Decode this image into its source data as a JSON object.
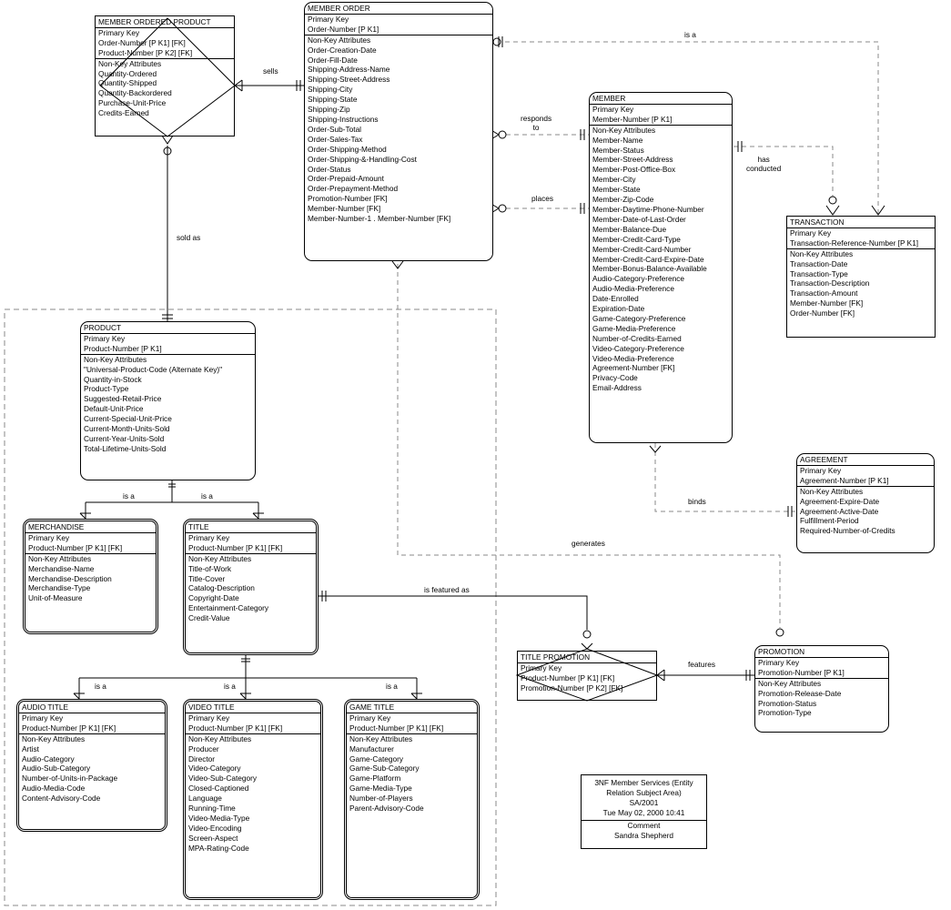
{
  "entities": {
    "member_ordered_product": {
      "name": "MEMBER ORDERED PRODUCT",
      "pk_label": "Primary Key",
      "pk": [
        "Order-Number  [P K1]  [FK]",
        "Product-Number  [P K2]  [FK]"
      ],
      "nk_label": "Non-Key Attributes",
      "attrs": [
        "Quantity-Ordered",
        "Quantity-Shipped",
        "Quantity-Backordered",
        "Purchase-Unit-Price",
        "Credits-Earned"
      ]
    },
    "member_order": {
      "name": "MEMBER ORDER",
      "pk_label": "Primary Key",
      "pk": [
        "Order-Number  [P K1]"
      ],
      "nk_label": "Non-Key Attributes",
      "attrs": [
        "Order-Creation-Date",
        "Order-Fill-Date",
        "Shipping-Address-Name",
        "Shipping-Street-Address",
        "Shipping-City",
        "Shipping-State",
        "Shipping-Zip",
        "Shipping-Instructions",
        "Order-Sub-Total",
        "Order-Sales-Tax",
        "Order-Shipping-Method",
        "Order-Shipping-&-Handling-Cost",
        "Order-Status",
        "Order-Prepaid-Amount",
        "Order-Prepayment-Method",
        "Promotion-Number  [FK]",
        "Member-Number  [FK]",
        "Member-Number-1 . Member-Number  [FK]"
      ]
    },
    "member": {
      "name": "MEMBER",
      "pk_label": "Primary Key",
      "pk": [
        "Member-Number  [P K1]"
      ],
      "nk_label": "Non-Key Attributes",
      "attrs": [
        "Member-Name",
        "Member-Status",
        "Member-Street-Address",
        "Member-Post-Office-Box",
        "Member-City",
        "Member-State",
        "Member-Zip-Code",
        "Member-Daytime-Phone-Number",
        "Member-Date-of-Last-Order",
        "Member-Balance-Due",
        "Member-Credit-Card-Type",
        "Member-Credit-Card-Number",
        "Member-Credit-Card-Expire-Date",
        "Member-Bonus-Balance-Available",
        "Audio-Category-Preference",
        "Audio-Media-Preference",
        "Date-Enrolled",
        "Expiration-Date",
        "Game-Category-Preference",
        "Game-Media-Preference",
        "Number-of-Credits-Earned",
        "Video-Category-Preference",
        "Video-Media-Preference",
        "Agreement-Number  [FK]",
        "Privacy-Code",
        "Email-Address"
      ]
    },
    "transaction": {
      "name": "TRANSACTION",
      "pk_label": "Primary Key",
      "pk": [
        "Transaction-Reference-Number  [P K1]"
      ],
      "nk_label": "Non-Key Attributes",
      "attrs": [
        "Transaction-Date",
        "Transaction-Type",
        "Transaction-Description",
        "Transaction-Amount",
        "Member-Number  [FK]",
        "Order-Number  [FK]"
      ]
    },
    "agreement": {
      "name": "AGREEMENT",
      "pk_label": "Primary Key",
      "pk": [
        "Agreement-Number  [P K1]"
      ],
      "nk_label": "Non-Key Attributes",
      "attrs": [
        "Agreement-Expire-Date",
        "Agreement-Active-Date",
        "Fulfillment-Period",
        "Required-Number-of-Credits"
      ]
    },
    "product": {
      "name": "PRODUCT",
      "pk_label": "Primary Key",
      "pk": [
        "Product-Number  [P K1]"
      ],
      "nk_label": "Non-Key Attributes",
      "attrs": [
        "\"Universal-Product-Code (Alternate Key)\"",
        "Quantity-in-Stock",
        "Product-Type",
        "Suggested-Retail-Price",
        "Default-Unit-Price",
        "Current-Special-Unit-Price",
        "Current-Month-Units-Sold",
        "Current-Year-Units-Sold",
        "Total-Lifetime-Units-Sold"
      ]
    },
    "merchandise": {
      "name": "MERCHANDISE",
      "pk_label": "Primary Key",
      "pk": [
        "Product-Number  [P K1]  [FK]"
      ],
      "nk_label": "Non-Key Attributes",
      "attrs": [
        "Merchandise-Name",
        "Merchandise-Description",
        "Merchandise-Type",
        "Unit-of-Measure"
      ]
    },
    "title": {
      "name": "TITLE",
      "pk_label": "Primary Key",
      "pk": [
        "Product-Number  [P K1]  [FK]"
      ],
      "nk_label": "Non-Key Attributes",
      "attrs": [
        "Title-of-Work",
        "Title-Cover",
        "Catalog-Description",
        "Copyright-Date",
        "Entertainment-Category",
        "Credit-Value"
      ]
    },
    "title_promotion": {
      "name": "TITLE PROMOTION",
      "pk_label": "Primary Key",
      "pk": [
        "Product-Number  [P K1]  [FK]",
        "Promotion-Number  [P K2]  [FK]"
      ],
      "nk_label": "",
      "attrs": []
    },
    "promotion": {
      "name": "PROMOTION",
      "pk_label": "Primary Key",
      "pk": [
        "Promotion-Number  [P K1]"
      ],
      "nk_label": "Non-Key Attributes",
      "attrs": [
        "Promotion-Release-Date",
        "Promotion-Status",
        "Promotion-Type"
      ]
    },
    "audio_title": {
      "name": "AUDIO TITLE",
      "pk_label": "Primary Key",
      "pk": [
        "Product-Number  [P K1]  [FK]"
      ],
      "nk_label": "Non-Key Attributes",
      "attrs": [
        "Artist",
        "Audio-Category",
        "Audio-Sub-Category",
        "Number-of-Units-in-Package",
        "Audio-Media-Code",
        "Content-Advisory-Code"
      ]
    },
    "video_title": {
      "name": "VIDEO TITLE",
      "pk_label": "Primary Key",
      "pk": [
        "Product-Number  [P K1]  [FK]"
      ],
      "nk_label": "Non-Key Attributes",
      "attrs": [
        "Producer",
        "Director",
        "Video-Category",
        "Video-Sub-Category",
        "Closed-Captioned",
        "Language",
        "Running-Time",
        "Video-Media-Type",
        "Video-Encoding",
        "Screen-Aspect",
        "MPA-Rating-Code"
      ]
    },
    "game_title": {
      "name": "GAME TITLE",
      "pk_label": "Primary Key",
      "pk": [
        "Product-Number  [P K1]  [FK]"
      ],
      "nk_label": "Non-Key Attributes",
      "attrs": [
        "Manufacturer",
        "Game-Category",
        "Game-Sub-Category",
        "Game-Platform",
        "Game-Media-Type",
        "Number-of-Players",
        "Parent-Advisory-Code"
      ]
    }
  },
  "relationships": {
    "is_a_member_order": "is a",
    "sells": "sells",
    "responds_to": "responds\nto",
    "places": "places",
    "has_conducted": "has\nconducted",
    "sold_as": "sold as",
    "binds": "binds",
    "generates": "generates",
    "is_a_merchandise": "is a",
    "is_a_title": "is a",
    "is_featured_as": "is featured as",
    "features": "features",
    "is_a_audio": "is a",
    "is_a_video": "is a",
    "is_a_game": "is a"
  },
  "note": {
    "lines": [
      "3NF Member Services (Entity",
      "Relation Subject Area)",
      "SA/2001",
      "Tue May 02, 2000  10:41"
    ],
    "comment_label": "Comment",
    "author": "Sandra Shepherd"
  }
}
